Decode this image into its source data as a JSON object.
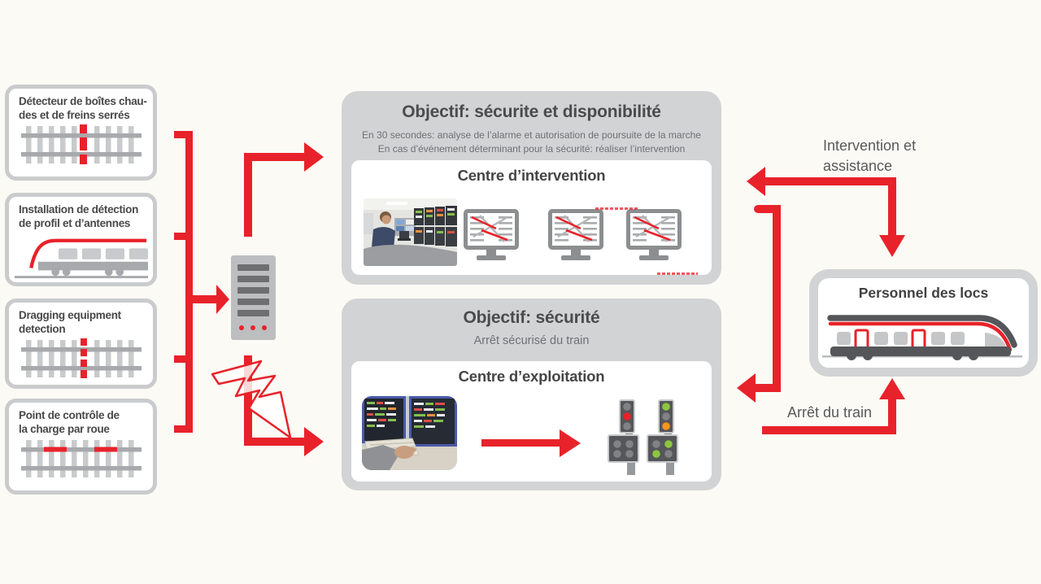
{
  "colors": {
    "accent_red": "#E8222A",
    "box_grey": "#D2D3D5",
    "signal_green": "#8CC63F",
    "signal_orange": "#F7941D",
    "background": "#FBFAF5"
  },
  "detectors": {
    "panels": [
      {
        "lines": [
          "Détecteur de boîtes chau-",
          "des et de freins serrés"
        ],
        "icon": "hot-box-track-icon"
      },
      {
        "lines": [
          "Installation de détection",
          "de profil et d’antennes"
        ],
        "icon": "train-profile-icon"
      },
      {
        "lines": [
          "Dragging equipment",
          "detection"
        ],
        "icon": "dragging-track-icon"
      },
      {
        "lines": [
          "Point de contrôle de",
          "la charge par roue"
        ],
        "icon": "wheel-load-track-icon"
      }
    ]
  },
  "intervention_box": {
    "title": "Objectif: sécurite et disponibilité",
    "subtitle_line1": "En 30 secondes: analyse de l’alarme et autorisation de poursuite de la marche",
    "subtitle_line2": "En cas d’événement déterminant pour la sécurité: réaliser l’intervention",
    "center_title": "Centre d’intervention"
  },
  "exploitation_box": {
    "title": "Objectif: sécurité",
    "subtitle": "Arrêt sécurisé du train",
    "center_title": "Centre d’exploitation"
  },
  "flows": {
    "intervention_assistance_line1": "Intervention et",
    "intervention_assistance_line2": "assistance",
    "arret_du_train": "Arrêt du train"
  },
  "personnel_box": {
    "title": "Personnel des locs"
  }
}
